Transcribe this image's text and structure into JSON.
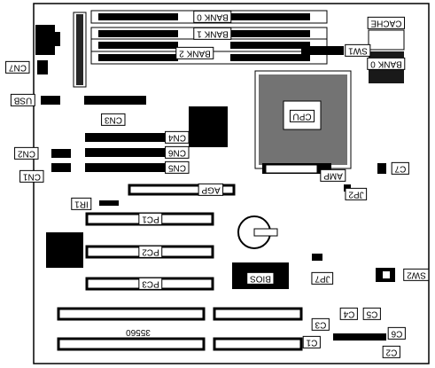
{
  "board": {
    "figure_number": "35560",
    "labels": {
      "bank0": "BANK 0",
      "bank1": "BANK 1",
      "bank2": "BANK 2",
      "cache": "CACHE",
      "bank0_cache": "BANK 0",
      "sw1": "SW1",
      "cn7": "CN7",
      "usb": "USB",
      "cn3": "CN3",
      "cpu": "CPU",
      "cn4": "CN4",
      "cn6": "CN6",
      "cn5": "CN5",
      "cn2": "CN2",
      "cn1": "CN1",
      "amp": "AMP",
      "c7": "C7",
      "jp2": "JP2",
      "agp": "AGP",
      "ir1": "IR1",
      "pc1": "PC1",
      "pc2": "PC2",
      "pc3": "PC3",
      "bios": "BIOS",
      "jp7": "JP7",
      "sw2": "SW2",
      "c3": "C3",
      "c4": "C4",
      "c5": "C5",
      "c6": "C6",
      "c1": "C1",
      "c2": "C2"
    }
  }
}
